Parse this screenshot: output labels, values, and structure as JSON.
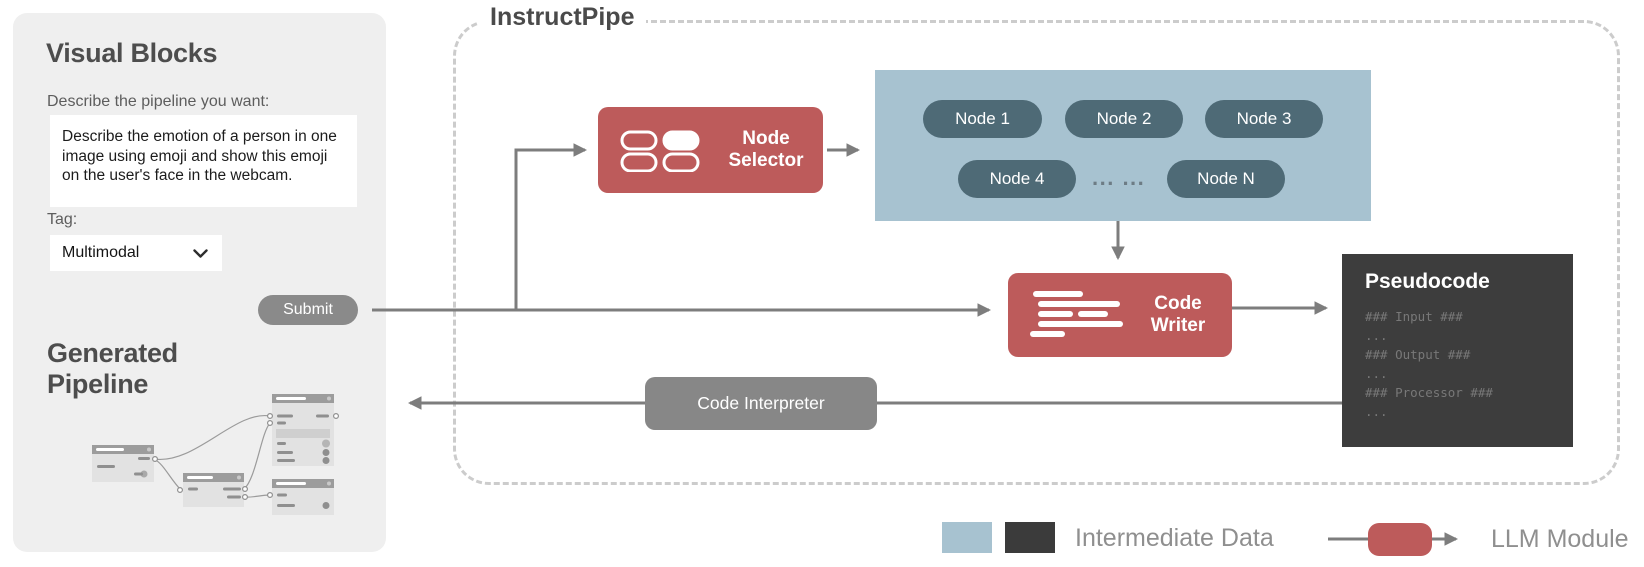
{
  "panel": {
    "title": "Visual Blocks",
    "describe_label": "Describe the pipeline you want:",
    "description_value": "Describe the emotion of a person in one image using emoji and show this emoji on the user's face in the webcam.",
    "tag_label": "Tag:",
    "tag_value": "Multimodal",
    "submit_label": "Submit",
    "generated_title": "Generated Pipeline"
  },
  "diagram": {
    "title": "InstructPipe",
    "node_selector_label": "Node Selector",
    "code_writer_label": "Code Writer",
    "code_interpreter_label": "Code Interpreter",
    "nodes": [
      "Node 1",
      "Node 2",
      "Node 3",
      "Node 4",
      "Node N"
    ],
    "ellipsis": "... ...",
    "pseudocode": {
      "title": "Pseudocode",
      "lines": [
        "### Input ###",
        "...",
        "### Output ###",
        "...",
        "### Processor ###",
        "..."
      ]
    }
  },
  "legend": {
    "intermediate_data_label": "Intermediate Data",
    "llm_module_label": "LLM Module"
  },
  "icons": {
    "node_selector_icon": "pill-grid-icon",
    "code_writer_icon": "code-lines-icon",
    "select_chevron": "chevron-down-icon"
  },
  "colors": {
    "llm_red": "#bd5b5b",
    "intermediate_blue": "#a7c2d0",
    "intermediate_dark": "#3b3b3b",
    "node_pill_slate": "#4e6a76",
    "pseudocode_bg": "#3d3d3d",
    "interpreter_gray": "#878787",
    "arrow_gray": "#7d7d7d",
    "panel_bg": "#efefef"
  }
}
